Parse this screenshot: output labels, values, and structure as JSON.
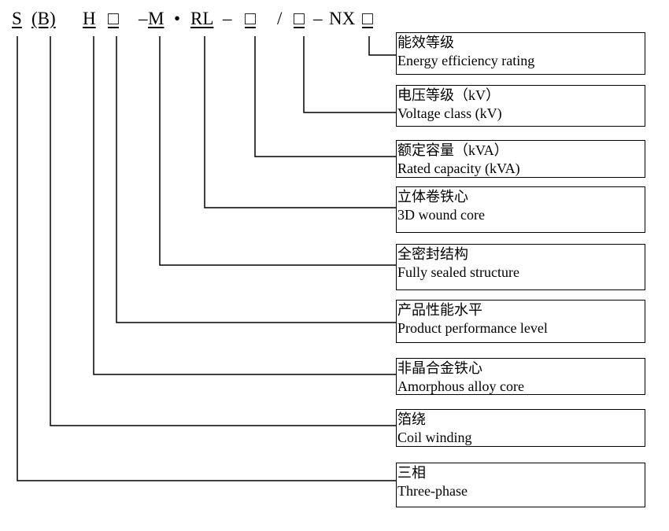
{
  "model_code": {
    "s": "S",
    "b": "(B)",
    "h": "H",
    "box1": "□",
    "dash1": "–",
    "m": "M",
    "dot": "•",
    "rl": "RL",
    "dash2": "–",
    "box2": "□",
    "slash": "/",
    "box3": "□",
    "dash3": "–",
    "nx": "NX",
    "box4": "□"
  },
  "descriptions": [
    {
      "cn": "能效等级",
      "en": "Energy efficiency rating"
    },
    {
      "cn": "电压等级（kV）",
      "en": "Voltage class (kV)"
    },
    {
      "cn": "额定容量（kVA）",
      "en": "Rated capacity (kVA)"
    },
    {
      "cn": "立体卷铁心",
      "en": "3D wound core"
    },
    {
      "cn": "全密封结构",
      "en": "Fully sealed structure"
    },
    {
      "cn": "产品性能水平",
      "en": "Product performance level"
    },
    {
      "cn": "非晶合金铁心",
      "en": "Amorphous alloy core"
    },
    {
      "cn": "箔绕",
      "en": "Coil winding"
    },
    {
      "cn": "三相",
      "en": "Three-phase"
    }
  ]
}
